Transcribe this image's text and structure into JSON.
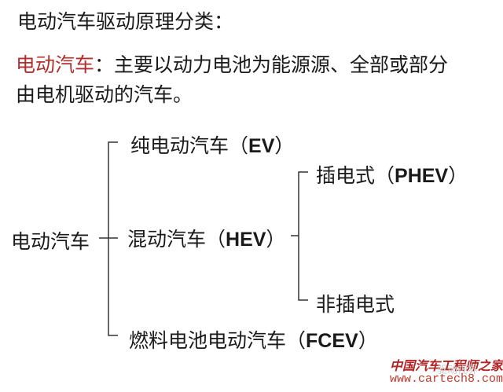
{
  "title": "电动汽车驱动原理分类：",
  "definition": {
    "term": "电动汽车",
    "line1_rest": "：主要以动力电池为能源源、全部或部分",
    "line2": "由电机驱动的汽车。"
  },
  "tree": {
    "root": "电动汽车",
    "ev": {
      "cn": "纯电动汽车（",
      "abbr": "EV",
      "close": "）"
    },
    "hev": {
      "cn": "混动汽车（",
      "abbr": "HEV",
      "close": "）"
    },
    "fcev": {
      "cn": "燃料电池电动汽车（",
      "abbr": "FCEV",
      "close": "）"
    },
    "phev": {
      "cn": "插电式（",
      "abbr": "PHEV",
      "close": "）"
    },
    "non_plugin": "非插电式"
  },
  "watermark": {
    "cn": "中国汽车工程师之家",
    "url": "www.cartech8.com",
    "badge": "驱动视界"
  },
  "colors": {
    "term": "#b03030",
    "text": "#1a1a1a",
    "watermark": "#b22222"
  }
}
